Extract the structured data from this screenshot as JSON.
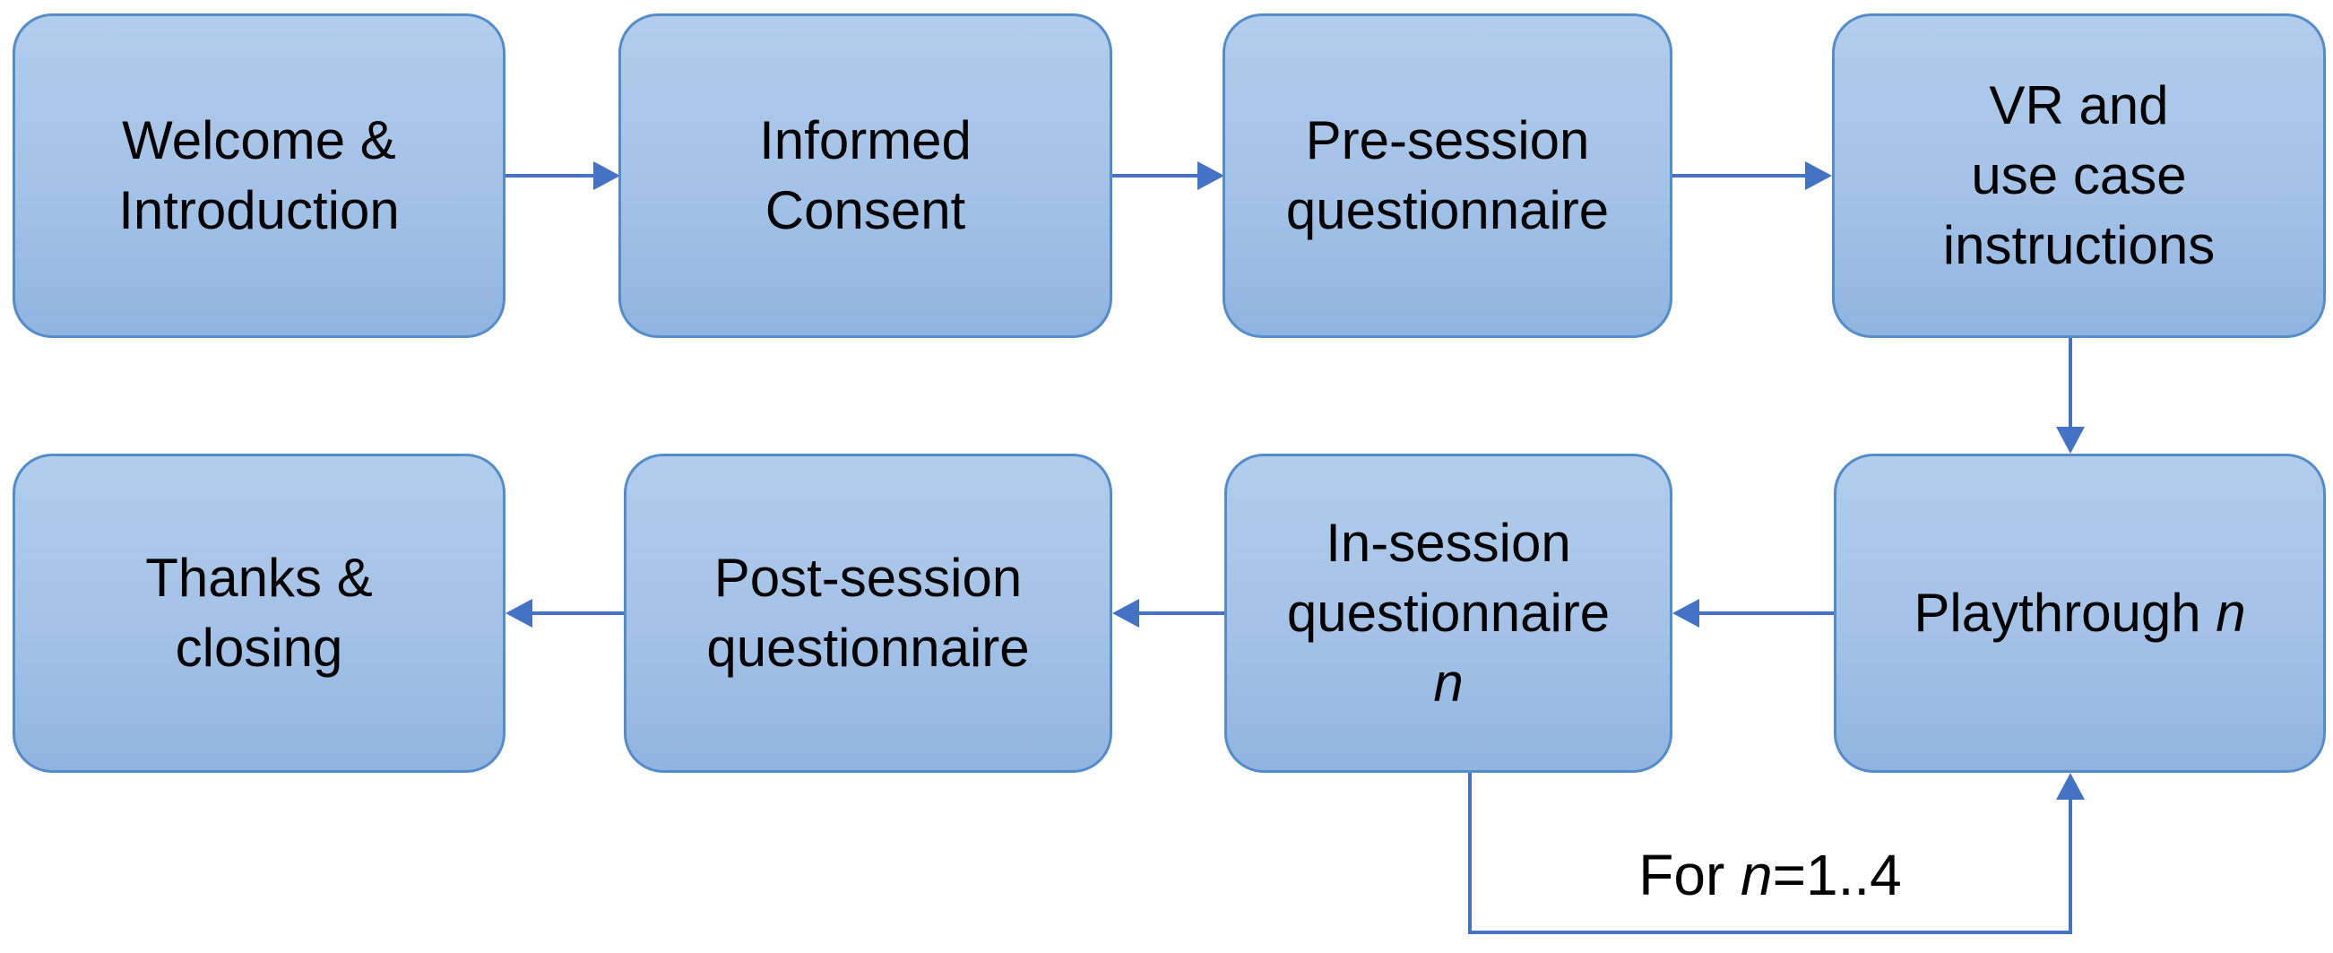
{
  "figure": {
    "type": "flowchart",
    "colors": {
      "background": "#ffffff",
      "box_fill_top": "#b2cdec",
      "box_fill_bottom": "#90b4e0",
      "box_border": "#548cc9",
      "arrow": "#4472c4",
      "text": "#000000"
    },
    "boxes": {
      "welcome": {
        "line1": "Welcome &",
        "line2": "Introduction"
      },
      "consent": {
        "line1": "Informed",
        "line2": "Consent"
      },
      "pre_session": {
        "line1": "Pre-session",
        "line2": "questionnaire"
      },
      "vr": {
        "line1": "VR and",
        "line2": "use case",
        "line3": "instructions"
      },
      "playthrough": {
        "text": "Playthrough ",
        "variable": "n"
      },
      "in_session": {
        "line1": "In-session",
        "line2": "questionnaire",
        "variable": "n"
      },
      "post_session": {
        "line1": "Post-session",
        "line2": "questionnaire"
      },
      "thanks": {
        "line1": "Thanks &",
        "line2": "closing"
      }
    },
    "loop_label": {
      "prefix": "For ",
      "variable": "n",
      "suffix": "=1..4"
    },
    "connections": [
      {
        "from": "welcome",
        "to": "consent",
        "direction": "right"
      },
      {
        "from": "consent",
        "to": "pre_session",
        "direction": "right"
      },
      {
        "from": "pre_session",
        "to": "vr",
        "direction": "right"
      },
      {
        "from": "vr",
        "to": "playthrough",
        "direction": "down"
      },
      {
        "from": "playthrough",
        "to": "in_session",
        "direction": "left"
      },
      {
        "from": "in_session",
        "to": "post_session",
        "direction": "left"
      },
      {
        "from": "post_session",
        "to": "thanks",
        "direction": "left"
      },
      {
        "from": "in_session",
        "to": "playthrough",
        "direction": "loop",
        "label": "For n=1..4"
      }
    ]
  }
}
